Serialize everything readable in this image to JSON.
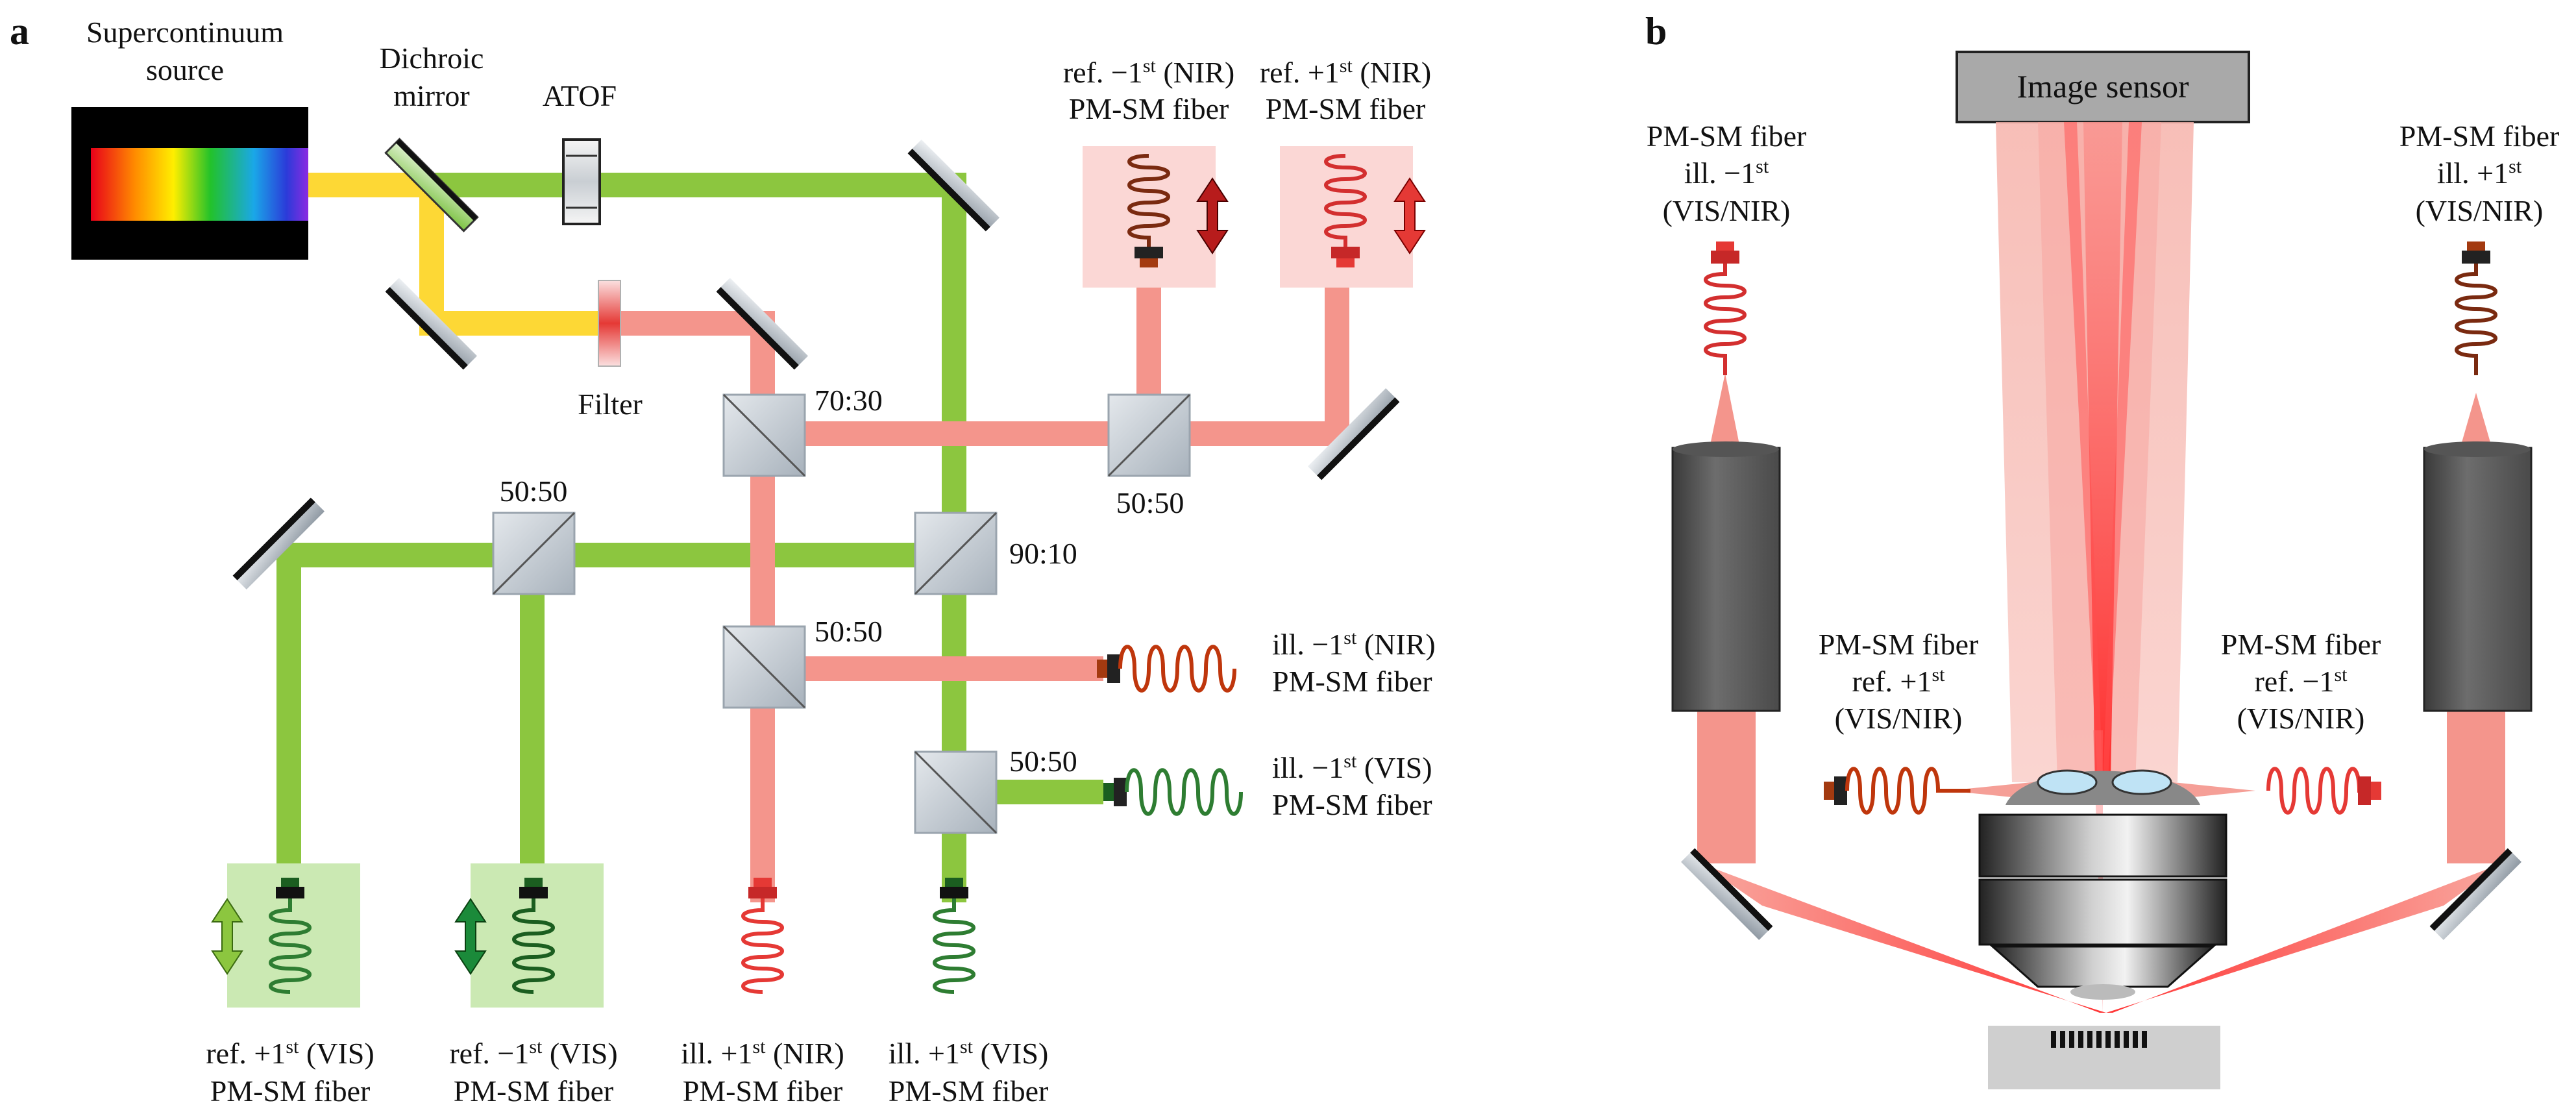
{
  "panels": {
    "a": "a",
    "b": "b"
  },
  "a": {
    "source_l1": "Supercontinuum",
    "source_l2": "source",
    "dichroic_l1": "Dichroic",
    "dichroic_l2": "mirror",
    "atof": "ATOF",
    "filter": "Filter",
    "ratio_7030": "70:30",
    "ratio_5050_top": "50:50",
    "ratio_5050_left": "50:50",
    "ratio_9010": "90:10",
    "ratio_5050_mid": "50:50",
    "ratio_5050_vis": "50:50",
    "ref_m1_nir": {
      "pre": "ref. −1",
      "sup": "st",
      "post": " (NIR)",
      "l2": "PM-SM fiber"
    },
    "ref_p1_nir": {
      "pre": "ref. +1",
      "sup": "st",
      "post": " (NIR)",
      "l2": "PM-SM fiber"
    },
    "ill_m1_nir": {
      "pre": "ill. −1",
      "sup": "st",
      "post": " (NIR)",
      "l2": "PM-SM fiber"
    },
    "ill_m1_vis": {
      "pre": "ill. −1",
      "sup": "st",
      "post": " (VIS)",
      "l2": "PM-SM fiber"
    },
    "ref_p1_vis": {
      "pre": "ref. +1",
      "sup": "st",
      "post": " (VIS)",
      "l2": "PM-SM fiber"
    },
    "ref_m1_vis": {
      "pre": "ref. −1",
      "sup": "st",
      "post": " (VIS)",
      "l2": "PM-SM fiber"
    },
    "ill_p1_nir": {
      "pre": "ill. +1",
      "sup": "st",
      "post": " (NIR)",
      "l2": "PM-SM fiber"
    },
    "ill_p1_vis": {
      "pre": "ill. +1",
      "sup": "st",
      "post": " (VIS)",
      "l2": "PM-SM fiber"
    }
  },
  "b": {
    "image_sensor": "Image sensor",
    "left_top": {
      "l1": "PM-SM fiber",
      "pre": "ill. −1",
      "sup": "st",
      "post": "",
      "l3": "(VIS/NIR)"
    },
    "right_top": {
      "l1": "PM-SM fiber",
      "pre": "ill. +1",
      "sup": "st",
      "post": "",
      "l3": "(VIS/NIR)"
    },
    "left_ref": {
      "l1": "PM-SM fiber",
      "pre": "ref. +1",
      "sup": "st",
      "post": "",
      "l3": "(VIS/NIR)"
    },
    "right_ref": {
      "l1": "PM-SM fiber",
      "pre": "ref. −1",
      "sup": "st",
      "post": "",
      "l3": "(VIS/NIR)"
    }
  },
  "colors": {
    "green_beam": "#8cc63f",
    "red_beam": "#f4958c",
    "yellow_beam": "#fdd835",
    "red_fiber": "#e53935",
    "green_fiber": "#2e7d32",
    "nir_fiber": "#bf360c"
  }
}
